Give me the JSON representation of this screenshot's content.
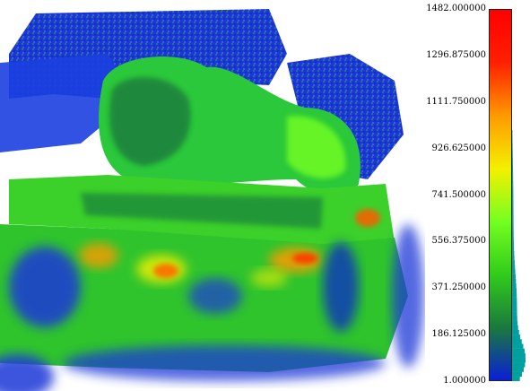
{
  "viewport": {
    "render_icon": "point-cloud-render",
    "colormap": [
      "#0a1fd6",
      "#1a7a3c",
      "#32cc1a",
      "#74ff20",
      "#f4f000",
      "#ff9a00",
      "#ff2000",
      "#ff0000"
    ]
  },
  "scalar_bar": {
    "ticks": [
      {
        "value": 1482.0,
        "label": "1482.000000"
      },
      {
        "value": 1296.875,
        "label": "1296.875000"
      },
      {
        "value": 1111.75,
        "label": "1111.750000"
      },
      {
        "value": 926.625,
        "label": "926.625000"
      },
      {
        "value": 741.5,
        "label": "741.500000"
      },
      {
        "value": 556.375,
        "label": "556.375000"
      },
      {
        "value": 371.25,
        "label": "371.250000"
      },
      {
        "value": 186.125,
        "label": "186.125000"
      },
      {
        "value": 1.0,
        "label": "1.000000"
      }
    ],
    "range": [
      1.0,
      1482.0
    ],
    "histogram_color": "#00a0a0",
    "histogram_icon": "distribution-histogram"
  }
}
